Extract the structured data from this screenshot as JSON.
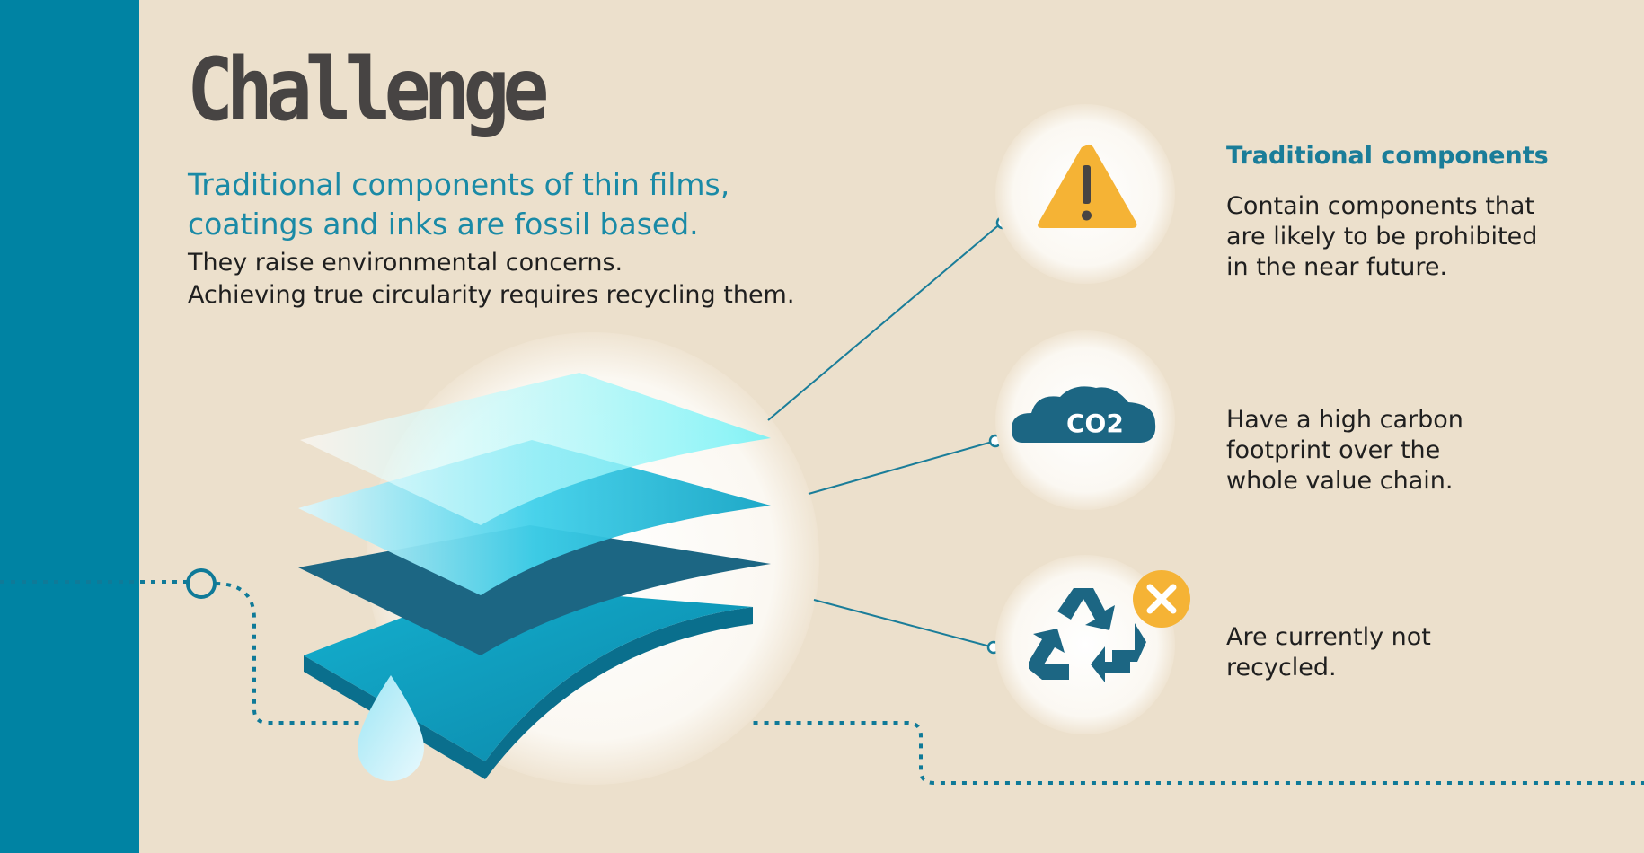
{
  "header": {
    "title": "Challenge",
    "subtitle_line1": "Traditional components of thin films,",
    "subtitle_line2": "coatings and inks are fossil based.",
    "body_line1": "They raise environmental concerns.",
    "body_line2": "Achieving true circularity requires recycling them."
  },
  "callouts": [
    {
      "heading": "Traditional components",
      "lines": [
        "Contain components that",
        "are likely to be prohibited",
        "in the near future."
      ],
      "icon": "warning-triangle-icon",
      "icon_color": "#f5b335"
    },
    {
      "label": "CO2",
      "lines": [
        "Have a high carbon",
        "footprint over the",
        "whole value chain."
      ],
      "icon": "co2-cloud-icon",
      "icon_color": "#1c6683"
    },
    {
      "lines": [
        "Are currently not",
        "recycled."
      ],
      "icon": "recycle-icon",
      "badge_icon": "close-icon",
      "icon_color": "#1c6683",
      "badge_color": "#f5b335"
    }
  ],
  "colors": {
    "background": "#ece0cc",
    "accent": "#0083a3",
    "title": "#474443",
    "subtitle": "#1a8aa6",
    "heading": "#1a7d99"
  }
}
